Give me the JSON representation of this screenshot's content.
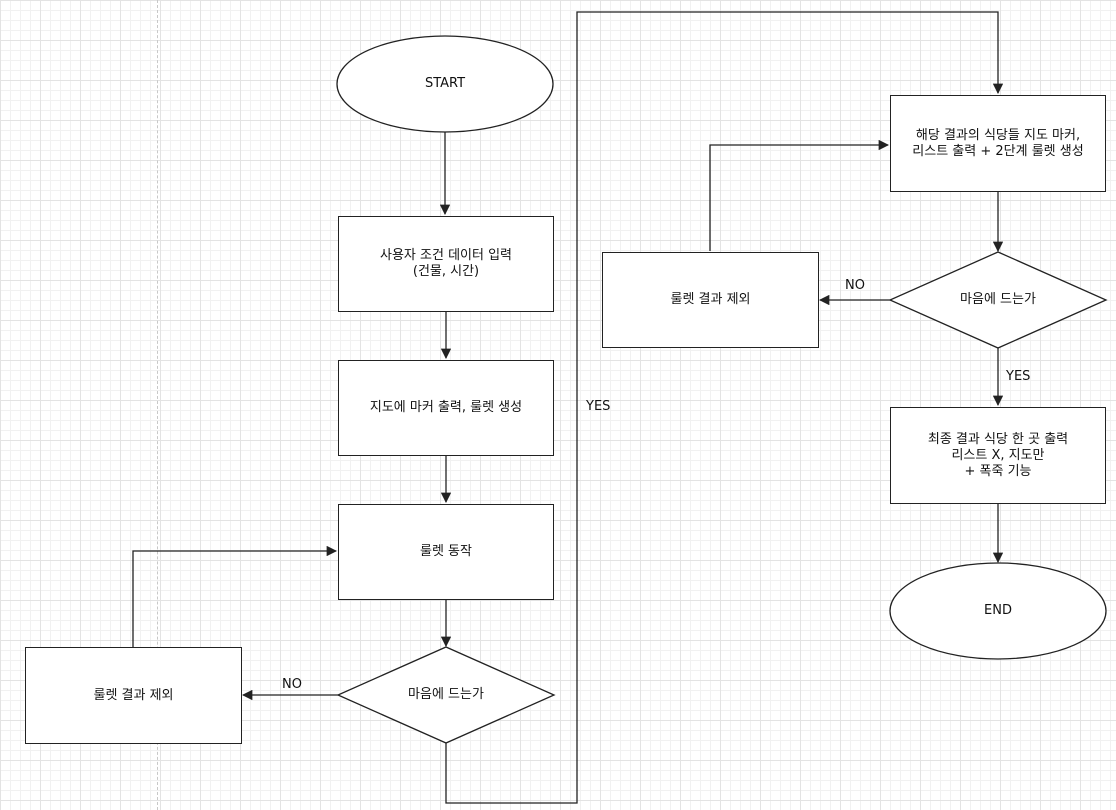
{
  "nodes": {
    "start": {
      "label": "START"
    },
    "input": {
      "line1": "사용자 조건 데이터 입력",
      "line2": "(건물, 시간)"
    },
    "marker": {
      "label": "지도에 마커 출력, 룰렛 생성"
    },
    "roulette": {
      "label": "룰렛 동작"
    },
    "like1": {
      "label": "마음에 드는가"
    },
    "exclude1": {
      "label": "룰렛 결과 제외"
    },
    "result_list": {
      "line1": "해당 결과의 식당들 지도 마커,",
      "line2": "리스트 출력 + 2단계 룰렛 생성"
    },
    "like2": {
      "label": "마음에 드는가"
    },
    "exclude2": {
      "label": "룰렛 결과 제외"
    },
    "final": {
      "line1": "최종 결과 식당 한 곳 출력",
      "line2": "리스트 X, 지도만",
      "line3": "+ 폭죽 기능"
    },
    "end": {
      "label": "END"
    }
  },
  "edge_labels": {
    "no1": "NO",
    "yes1": "YES",
    "no2": "NO",
    "yes2": "YES"
  }
}
